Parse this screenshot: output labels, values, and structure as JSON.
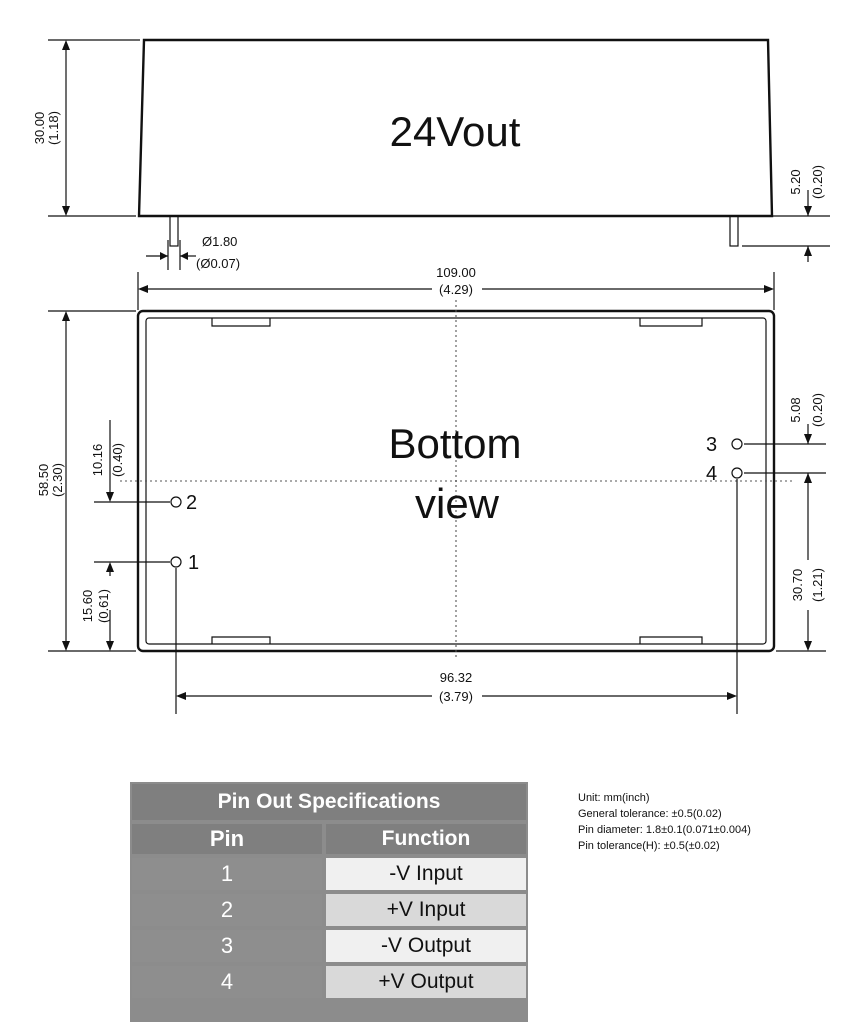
{
  "side_view": {
    "label": "24Vout",
    "height_dim": {
      "mm": "30.00",
      "inch": "(1.18)"
    },
    "pin_length_dim": {
      "mm": "5.20",
      "inch": "(0.20)"
    },
    "pin_diameter_dim": {
      "mm": "Ø1.80",
      "inch": "(Ø0.07)"
    }
  },
  "bottom_view": {
    "label_line1": "Bottom",
    "label_line2": "view",
    "width_dim": {
      "mm": "109.00",
      "inch": "(4.29)"
    },
    "height_dim": {
      "mm": "58.50",
      "inch": "(2.30)"
    },
    "pin_span_dim": {
      "mm": "96.32",
      "inch": "(3.79)"
    },
    "pin12_spacing_dim": {
      "mm": "10.16",
      "inch": "(0.40)"
    },
    "pin1_offset_dim": {
      "mm": "15.60",
      "inch": "(0.61)"
    },
    "pin34_spacing_dim": {
      "mm": "5.08",
      "inch": "(0.20)"
    },
    "pin4_offset_dim": {
      "mm": "30.70",
      "inch": "(1.21)"
    },
    "pins": [
      {
        "label": "1"
      },
      {
        "label": "2"
      },
      {
        "label": "3"
      },
      {
        "label": "4"
      }
    ]
  },
  "pin_table": {
    "title": "Pin Out Specifications",
    "columns": [
      "Pin",
      "Function"
    ],
    "rows": [
      {
        "pin": "1",
        "function": "-V Input"
      },
      {
        "pin": "2",
        "function": "+V Input"
      },
      {
        "pin": "3",
        "function": "-V Output"
      },
      {
        "pin": "4",
        "function": "+V Output"
      }
    ]
  },
  "notes": [
    "Unit: mm(inch)",
    "General tolerance: ±0.5(0.02)",
    "Pin diameter: 1.8±0.1(0.071±0.004)",
    "Pin tolerance(H): ±0.5(±0.02)"
  ]
}
